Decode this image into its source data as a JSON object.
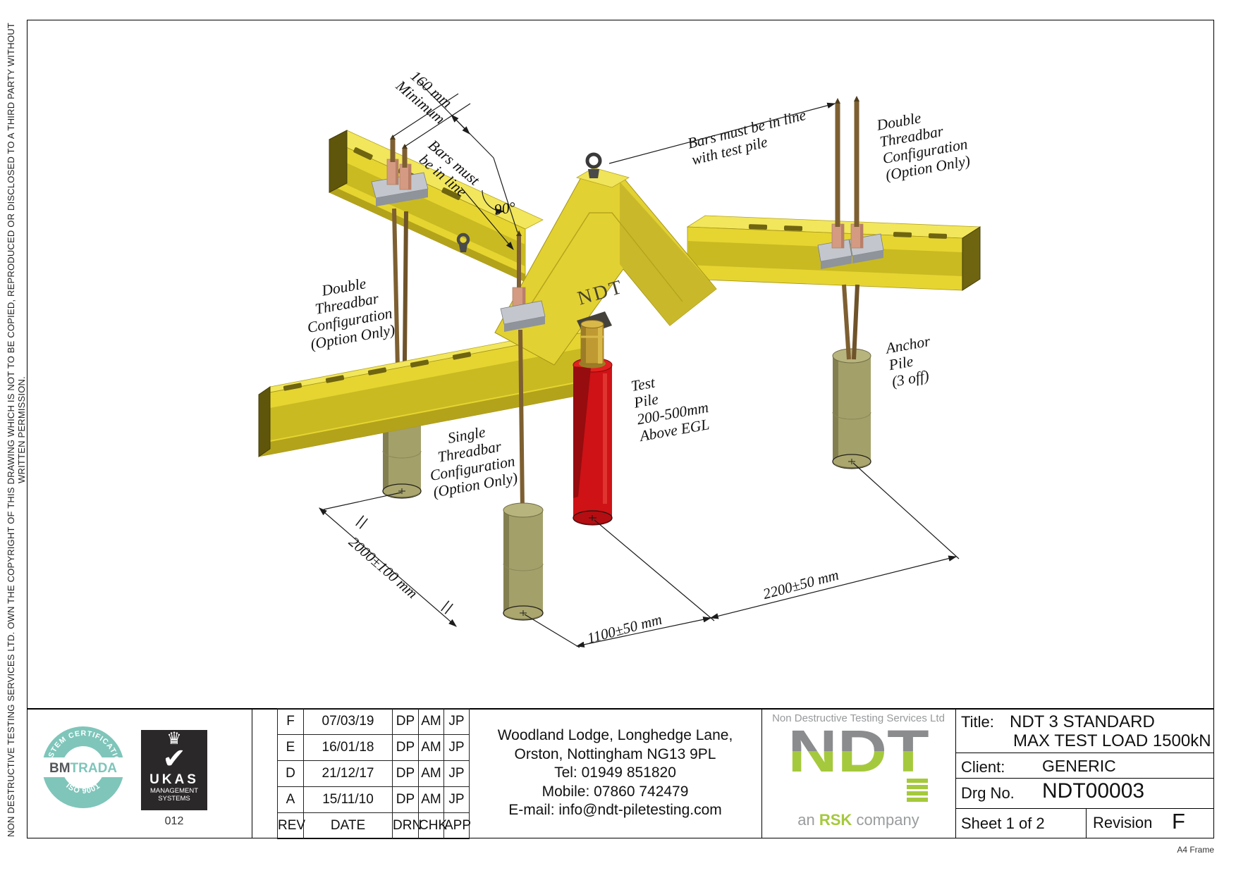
{
  "page": {
    "copyright_vertical": "NON DESTRUCTIVE TESTING SERVICES LTD.  OWN THE COPYRIGHT OF THIS DRAWING WHICH IS NOT TO BE COPIED, REPRODUCED OR DISCLOSED TO A THIRD PARTY WITHOUT WRITTEN PERMISSION.",
    "frame_label": "A4 Frame"
  },
  "drawing": {
    "labels": {
      "dim_160": "160 mm\nMinimum",
      "bars_in_line_left": "Bars must\nbe in line",
      "angle_90": "90°",
      "bars_in_line_top": "Bars must be in line\nwith test pile",
      "double_threadbar_right": "Double\nThreadbar\nConfiguration\n(Option Only)",
      "double_threadbar_left": "Double\nThreadbar\nConfiguration\n(Option Only)",
      "single_threadbar": "Single\nThreadbar\nConfiguration\n(Option Only)",
      "test_pile": "Test\nPile\n200-500mm\nAbove EGL",
      "anchor_pile": "Anchor\nPile\n(3 off)",
      "beam_brand": "NDT",
      "dim_2000": "2000±100 mm",
      "dim_1100": "1100±50 mm",
      "dim_2200": "2200±50 mm"
    },
    "colors": {
      "beam_yellow": "#e6d531",
      "pile_olive": "#a3a06a",
      "test_pile_red": "#ce1216",
      "threadbar_brown": "#7d5f31",
      "plate_grey": "#c3c7cd",
      "jack_brass": "#bf9a33"
    }
  },
  "title_block": {
    "revision_table": {
      "headers": [
        "REV",
        "DATE",
        "DRN",
        "CHK",
        "APP"
      ],
      "rows": [
        {
          "rev": "F",
          "date": "07/03/19",
          "drn": "DP",
          "chk": "AM",
          "app": "JP"
        },
        {
          "rev": "E",
          "date": "16/01/18",
          "drn": "DP",
          "chk": "AM",
          "app": "JP"
        },
        {
          "rev": "D",
          "date": "21/12/17",
          "drn": "DP",
          "chk": "AM",
          "app": "JP"
        },
        {
          "rev": "A",
          "date": "15/11/10",
          "drn": "DP",
          "chk": "AM",
          "app": "JP"
        }
      ]
    },
    "address": {
      "line1": "Woodland Lodge, Longhedge Lane,",
      "line2": "Orston, Nottingham NG13 9PL",
      "line3": "Tel: 01949 851820",
      "line4": "Mobile: 07860 742479",
      "line5": "E-mail: info@ndt-piletesting.com"
    },
    "ndt_logo": {
      "company": "Non Destructive Testing Services Ltd",
      "lettermark": "NDT",
      "tagline_prefix": "an ",
      "tagline_brand": "RSK",
      "tagline_suffix": " company",
      "grey": "#8a8c8e",
      "green": "#a5c93c"
    },
    "certs": {
      "bmtrada_arc_top": "SYSTEM CERTIFICATION",
      "bmtrada_arc_bottom": "ISO 9001",
      "bmtrada_bm": "BM",
      "bmtrada_trada": "TRADA",
      "ukas_name": "UKAS",
      "ukas_sub": "MANAGEMENT\nSYSTEMS",
      "ukas_number": "012",
      "teal": "#7fc5ba"
    },
    "info": {
      "title_label": "Title:",
      "title_line1": "NDT 3 STANDARD",
      "title_line2": "MAX TEST LOAD 1500kN",
      "client_label": "Client:",
      "client_value": "GENERIC",
      "drg_label": "Drg No.",
      "drg_value": "NDT00003",
      "sheet": "Sheet 1 of 2",
      "revision_label": "Revision",
      "revision_value": "F"
    }
  }
}
